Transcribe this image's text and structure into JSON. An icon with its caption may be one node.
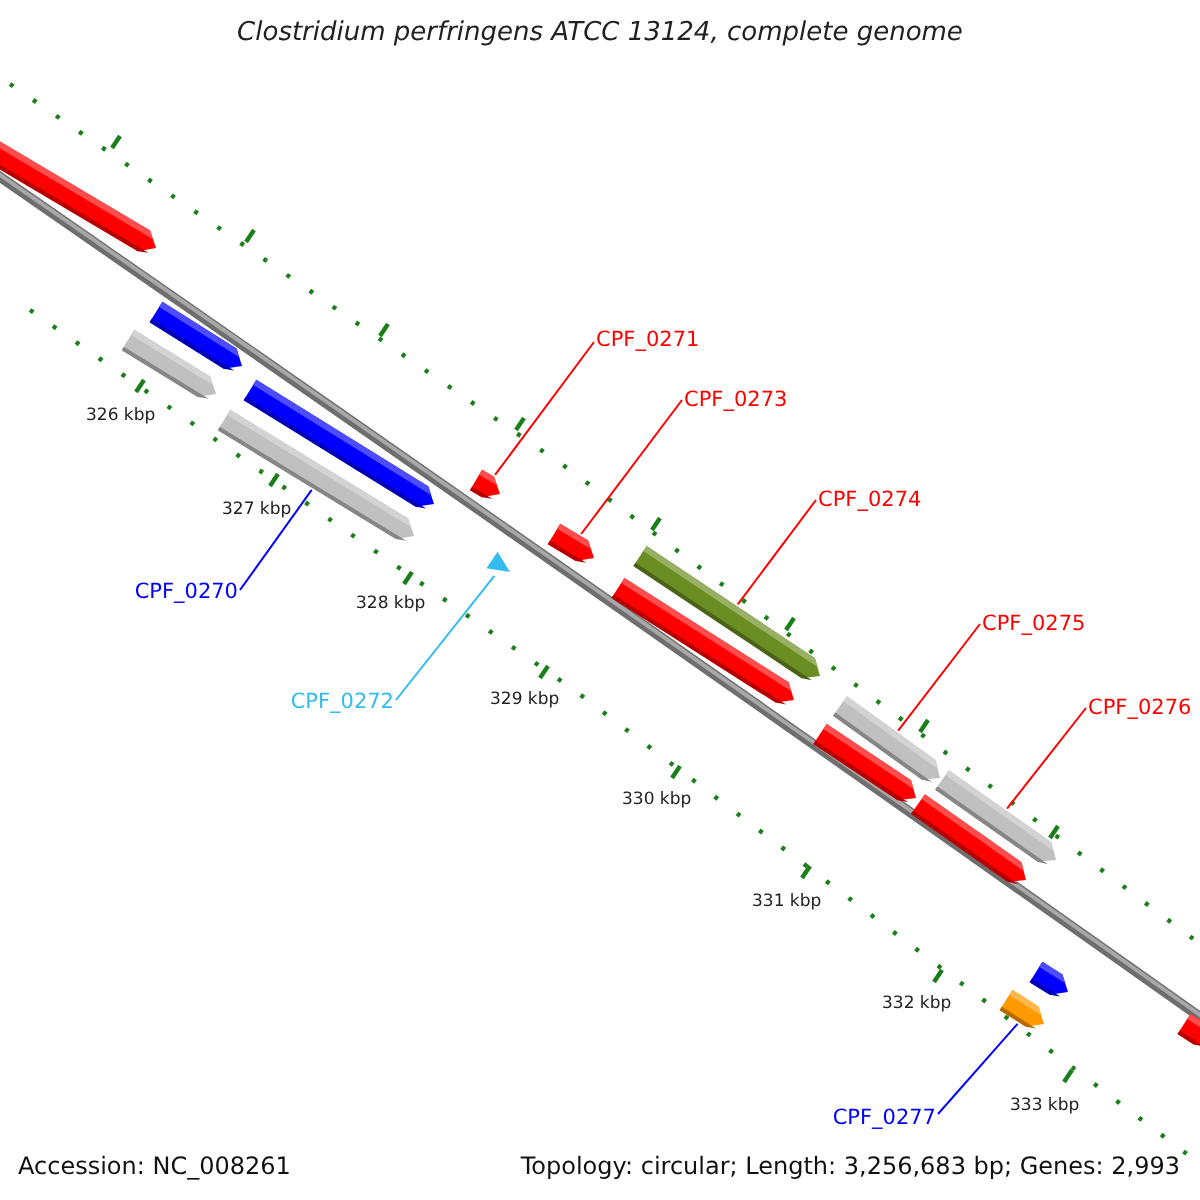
{
  "diagram": {
    "title": "Clostridium perfringens ATCC 13124, complete genome",
    "nodes": [
      {
        "text": [
          "CPF_0271"
        ]
      },
      {
        "text": [
          "CPF_0273"
        ]
      },
      {
        "text": [
          "CPF_0274"
        ]
      },
      {
        "text": [
          "CPF_0275"
        ]
      },
      {
        "text": [
          "CPF_0276"
        ]
      },
      {
        "text": [
          "CPF_0270"
        ]
      },
      {
        "text": [
          "CPF_0272"
        ]
      },
      {
        "text": [
          "CPF_0277"
        ]
      },
      {
        "text": [],
        "shape": "bar"
      },
      {
        "text": [],
        "shape": "bar"
      },
      {
        "text": [],
        "shape": "bar"
      },
      {
        "text": [],
        "shape": "bar"
      },
      {
        "text": [],
        "shape": "bar"
      },
      {
        "text": [],
        "shape": "bar"
      },
      {
        "text": [],
        "shape": "bar"
      },
      {
        "text": [],
        "shape": "triangle"
      },
      {
        "text": [],
        "shape": "bar"
      },
      {
        "text": [],
        "shape": "bar"
      },
      {
        "text": [],
        "shape": "bar"
      },
      {
        "text": [],
        "shape": "bar"
      },
      {
        "text": [],
        "shape": "bar"
      },
      {
        "text": [],
        "shape": "bar"
      },
      {
        "text": [],
        "shape": "bar"
      },
      {
        "text": [],
        "shape": "bar"
      },
      {
        "text": [],
        "shape": "bar"
      }
    ],
    "edges": [
      {
        "from": 0,
        "to": 13,
        "arrow": "none"
      },
      {
        "from": 1,
        "to": 14,
        "arrow": "none"
      },
      {
        "from": 2,
        "to": 16,
        "arrow": "none"
      },
      {
        "from": 3,
        "to": 18,
        "arrow": "none"
      },
      {
        "from": 4,
        "to": 19,
        "arrow": "none"
      },
      {
        "from": 5,
        "to": 12,
        "arrow": "none",
        "color": "#0000ff"
      },
      {
        "from": 6,
        "to": 15,
        "arrow": "none",
        "color": "#33bbee"
      },
      {
        "from": 7,
        "to": 23,
        "arrow": "none",
        "color": "#0000ff"
      }
    ],
    "labels": [
      "326 kbp",
      "327 kbp",
      "328 kbp",
      "329 kbp",
      "330 kbp",
      "331 kbp",
      "332 kbp",
      "333 kbp",
      "Accession: NC_008261",
      "Topology: circular; Length: 3,256,683 bp; Genes: 2,993"
    ]
  }
}
